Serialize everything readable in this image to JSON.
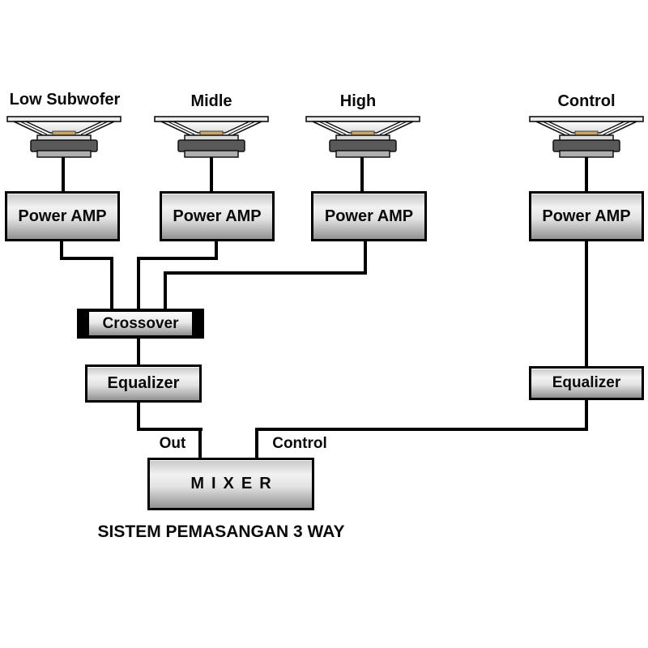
{
  "caption": "SISTEM PEMASANGAN 3 WAY",
  "speakers": [
    {
      "label": "Low Subwofer"
    },
    {
      "label": "Midle"
    },
    {
      "label": "High"
    },
    {
      "label": "Control"
    }
  ],
  "amps": [
    {
      "label": "Power AMP"
    },
    {
      "label": "Power AMP"
    },
    {
      "label": "Power AMP"
    },
    {
      "label": "Power AMP"
    }
  ],
  "crossover": {
    "label": "Crossover"
  },
  "equalizers": [
    {
      "label": "Equalizer"
    },
    {
      "label": "Equalizer"
    }
  ],
  "mixer": {
    "label": "MIXER"
  },
  "mixer_inputs": [
    {
      "label": "Out"
    },
    {
      "label": "Control"
    }
  ],
  "colors": {
    "background": "#ffffff",
    "wire": "#000000",
    "box_border": "#000000",
    "box_gradient_top": "#c7c7c7",
    "box_gradient_mid": "#f2f2f2",
    "box_gradient_bottom": "#929292",
    "crossover_frame": "#000000",
    "speaker_cap": "#c9a566",
    "speaker_magnet": "#595959",
    "text": "#0a0a0a"
  }
}
